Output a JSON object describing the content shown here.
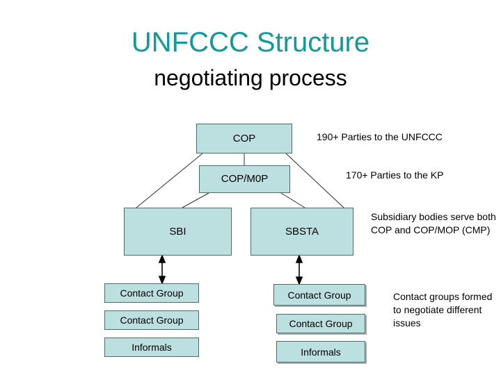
{
  "slide": {
    "title_main": "UNFCCC Structure",
    "title_sub": "negotiating process",
    "title_color": "#109a9a",
    "box_fill": "#bcdfe0",
    "box_border": "#4d6b6b",
    "background": "#ffffff"
  },
  "diagram": {
    "nodes": {
      "cop": "COP",
      "cop_mop": "COP/M0P",
      "sbi": "SBI",
      "sbsta": "SBSTA",
      "contact_group_left_1": "Contact Group",
      "contact_group_left_2": "Contact Group",
      "informals_left": "Informals",
      "contact_group_right_1": "Contact Group",
      "contact_group_right_2": "Contact Group",
      "informals_right": "Informals"
    }
  },
  "annotations": {
    "parties_unfccc": "190+ Parties to the UNFCCC",
    "parties_kp": "170+ Parties to the KP",
    "subsidiary_bodies": "Subsidiary bodies serve both COP and COP/MOP (CMP)",
    "contact_groups": "Contact groups formed to negotiate different issues"
  }
}
